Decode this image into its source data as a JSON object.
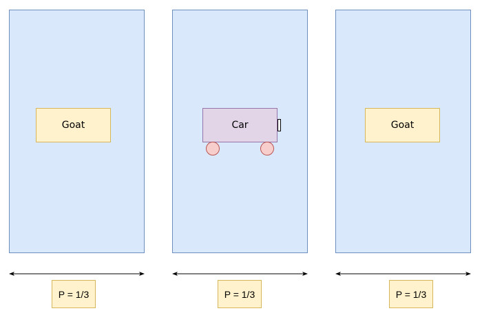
{
  "doors": [
    {
      "prize": "Goat",
      "probability": "P = 1/3"
    },
    {
      "prize": "Car",
      "probability": "P = 1/3"
    },
    {
      "prize": "Goat",
      "probability": "P = 1/3"
    }
  ],
  "colors": {
    "door_fill": "#dae8fc",
    "door_stroke": "#6c8ebf",
    "goat_fill": "#fff2cc",
    "goat_stroke": "#d6b656",
    "car_fill": "#e1d5e7",
    "car_stroke": "#9673a6",
    "wheel_fill": "#f8cecc",
    "wheel_stroke": "#b85450",
    "probability_fill": "#fff2cc",
    "arrow": "#000000"
  }
}
